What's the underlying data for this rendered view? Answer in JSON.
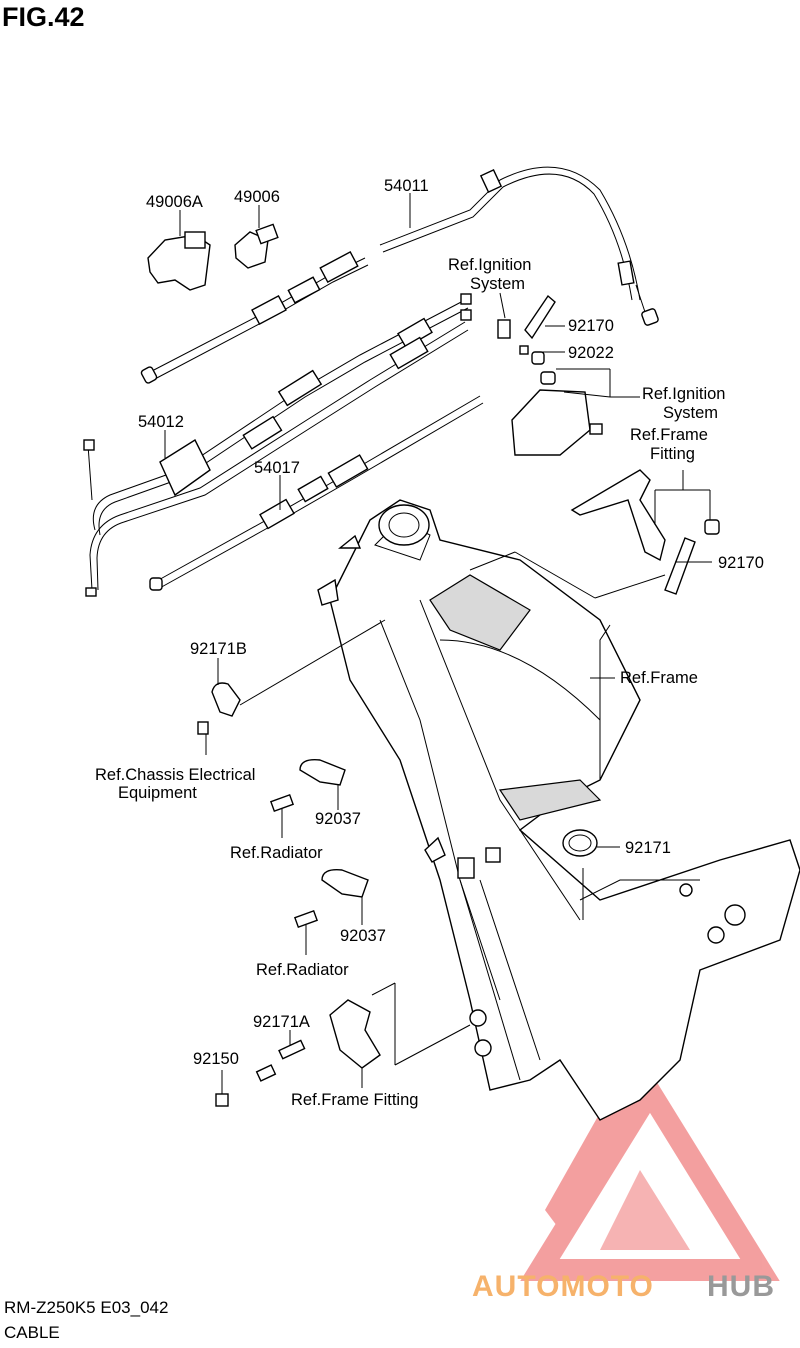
{
  "figure": {
    "title": "FIG.42"
  },
  "labels": {
    "p49006A": "49006A",
    "p49006": "49006",
    "p54011": "54011",
    "p54012": "54012",
    "p54017": "54017",
    "ref_ignition_1a": "Ref.Ignition",
    "ref_ignition_1b": "System",
    "p92170_top": "92170",
    "p92022": "92022",
    "ref_ignition_2a": "Ref.Ignition",
    "ref_ignition_2b": "System",
    "ref_frame_fitting_a": "Ref.Frame",
    "ref_frame_fitting_b": "Fitting",
    "p92170_right": "92170",
    "p92171B": "92171B",
    "ref_frame": "Ref.Frame",
    "ref_chassis_a": "Ref.Chassis Electrical",
    "ref_chassis_b": "Equipment",
    "p92037_1": "92037",
    "ref_radiator_1": "Ref.Radiator",
    "p92171": "92171",
    "p92037_2": "92037",
    "ref_radiator_2": "Ref.Radiator",
    "p92171A": "92171A",
    "p92150": "92150",
    "ref_frame_fitting_bottom": "Ref.Frame Fitting"
  },
  "watermark": {
    "text_a": "AUTOMOTO",
    "text_b": "HUB",
    "color_a": "#f6b26b",
    "color_b": "#999999",
    "logo_color": "#f08080"
  },
  "footer": {
    "model": "RM-Z250K5 E03_042",
    "section": "CABLE"
  }
}
